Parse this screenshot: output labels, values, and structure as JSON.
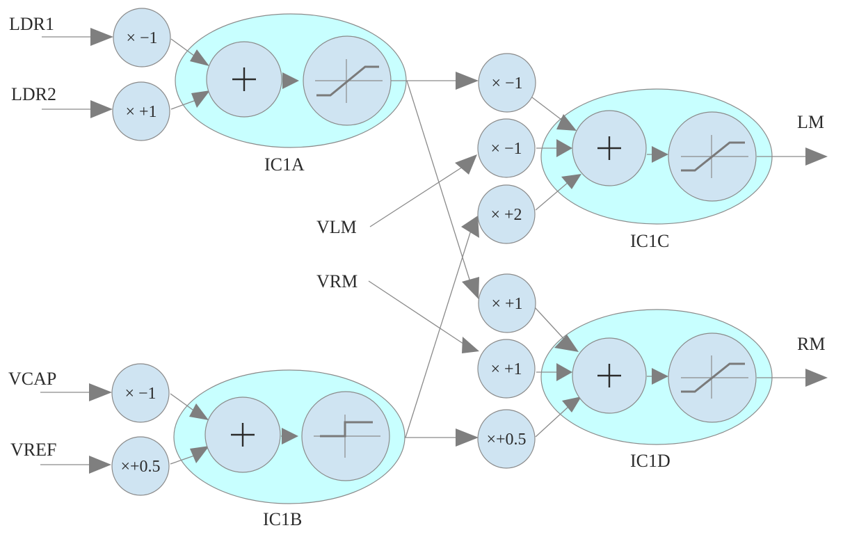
{
  "diagram": {
    "inputs": {
      "ldr1": "LDR1",
      "ldr2": "LDR2",
      "vcap": "VCAP",
      "vref": "VREF",
      "vlm": "VLM",
      "vrm": "VRM"
    },
    "outputs": {
      "lm": "LM",
      "rm": "RM"
    },
    "blocks": {
      "ic1a": {
        "label": "IC1A",
        "transfer": "saturating-linear",
        "gains": [
          "× −1",
          "× +1"
        ],
        "input_signals": [
          "LDR1",
          "LDR2"
        ]
      },
      "ic1b": {
        "label": "IC1B",
        "transfer": "step",
        "gains": [
          "× −1",
          "×+0.5"
        ],
        "input_signals": [
          "VCAP",
          "VREF"
        ]
      },
      "ic1c": {
        "label": "IC1C",
        "transfer": "saturating-linear",
        "gains": [
          "× −1",
          "× −1",
          "× +2"
        ],
        "input_signals": [
          "IC1A",
          "VLM",
          "IC1B"
        ],
        "output": "LM"
      },
      "ic1d": {
        "label": "IC1D",
        "transfer": "saturating-linear",
        "gains": [
          "× +1",
          "× +1",
          "×+0.5"
        ],
        "input_signals": [
          "IC1A",
          "VRM",
          "IC1B"
        ],
        "output": "RM"
      }
    },
    "summer_symbol": "+"
  }
}
